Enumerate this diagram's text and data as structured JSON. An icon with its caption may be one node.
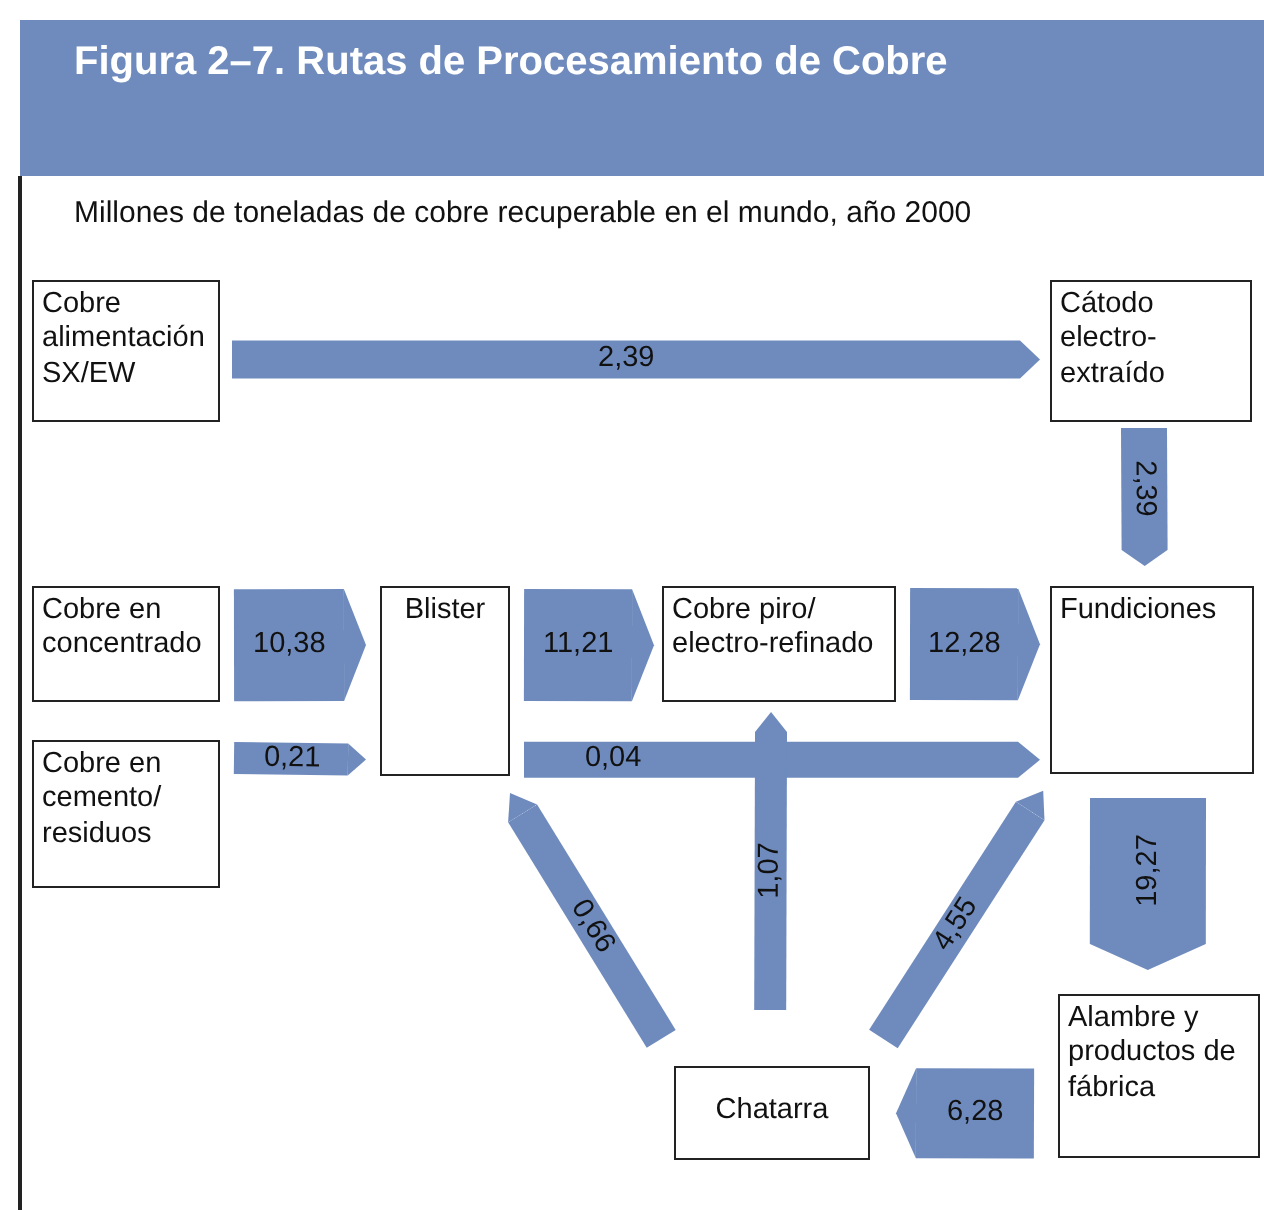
{
  "diagram": {
    "title": "Figura 2–7. Rutas de Procesamiento de Cobre",
    "nodes": [
      {
        "text": [
          "Cobre alimentación SX/EW"
        ]
      },
      {
        "text": [
          "Cátodo electro-extraído"
        ]
      },
      {
        "text": [
          "Cobre en concentrado"
        ]
      },
      {
        "text": [
          "Blister"
        ]
      },
      {
        "text": [
          "Cobre piro/ electro-refinado"
        ]
      },
      {
        "text": [
          "Fundiciones"
        ]
      },
      {
        "text": [
          "Cobre en cemento/ residuos"
        ]
      },
      {
        "text": [
          "Chatarra"
        ]
      },
      {
        "text": [
          "Alambre y productos de fábrica"
        ]
      }
    ],
    "edges": [
      {
        "from": 0,
        "to": 1,
        "arrow": "to",
        "label": "2,39"
      },
      {
        "from": 1,
        "to": 5,
        "arrow": "to",
        "label": "2,39"
      },
      {
        "from": 2,
        "to": 3,
        "arrow": "to",
        "label": "10,38",
        "style": "thick"
      },
      {
        "from": 3,
        "to": 4,
        "arrow": "to",
        "label": "11,21",
        "style": "thick"
      },
      {
        "from": 4,
        "to": 5,
        "arrow": "to",
        "label": "12,28",
        "style": "thick"
      },
      {
        "from": 6,
        "to": 3,
        "arrow": "to",
        "label": "0,21"
      },
      {
        "from": 3,
        "to": 5,
        "arrow": "to",
        "label": "0,04"
      },
      {
        "from": 7,
        "to": 3,
        "arrow": "to",
        "label": "0,66"
      },
      {
        "from": 7,
        "to": 4,
        "arrow": "to",
        "label": "1,07"
      },
      {
        "from": 7,
        "to": 5,
        "arrow": "to",
        "label": "4,55"
      },
      {
        "from": 5,
        "to": 8,
        "arrow": "to",
        "label": "19,27",
        "style": "thick"
      },
      {
        "from": 8,
        "to": 7,
        "arrow": "to",
        "label": "6,28",
        "style": "thick"
      }
    ],
    "labels": [
      "Millones de toneladas de cobre recuperable en el mundo, año 2000"
    ]
  }
}
